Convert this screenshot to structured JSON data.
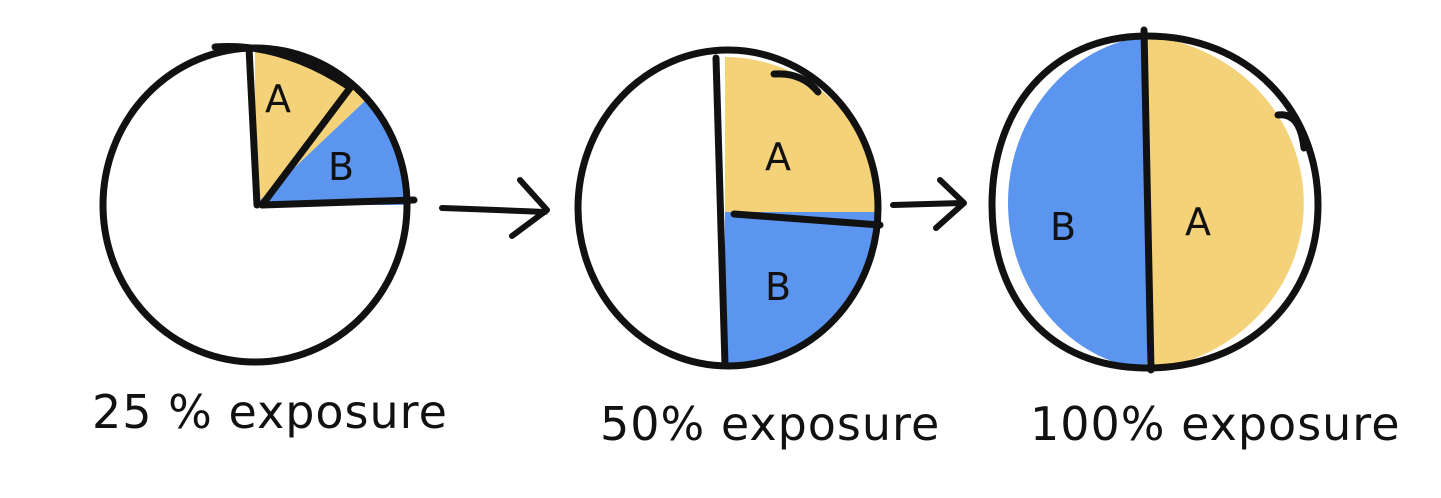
{
  "colors": {
    "a_fill": "#F4D27A",
    "b_fill": "#5B95F0",
    "outline": "#111111",
    "background": "#FFFFFF"
  },
  "panels": [
    {
      "caption": "25 % exposure",
      "a_label": "A",
      "b_label": "B",
      "exposure_fraction": 0.25
    },
    {
      "caption": "50% exposure",
      "a_label": "A",
      "b_label": "B",
      "exposure_fraction": 0.5
    },
    {
      "caption": "100% exposure",
      "a_label": "A",
      "b_label": "B",
      "exposure_fraction": 1.0
    }
  ],
  "arrows": [
    {
      "from": "25% exposure",
      "to": "50% exposure",
      "icon": "arrow-right-icon"
    },
    {
      "from": "50% exposure",
      "to": "100% exposure",
      "icon": "arrow-right-icon"
    }
  ]
}
